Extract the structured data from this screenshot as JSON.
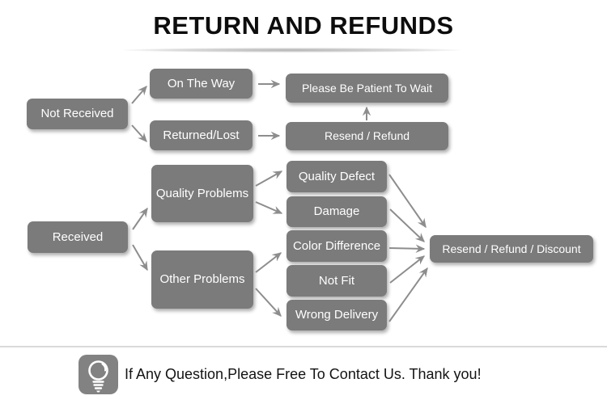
{
  "title": "RETURN AND REFUNDS",
  "nodes": {
    "not_received": "Not Received",
    "on_the_way": "On The Way",
    "returned_lost": "Returned/Lost",
    "be_patient": "Please Be Patient To Wait",
    "resend_refund": "Resend / Refund",
    "received": "Received",
    "quality_problems": "Quality Problems",
    "other_problems": "Other Problems",
    "quality_defect": "Quality Defect",
    "damage": "Damage",
    "color_difference": "Color Difference",
    "not_fit": "Not Fit",
    "wrong_delivery": "Wrong Delivery",
    "resend_refund_discount": "Resend / Refund / Discount"
  },
  "edges": [
    {
      "from": "not_received",
      "to": "on_the_way"
    },
    {
      "from": "not_received",
      "to": "returned_lost"
    },
    {
      "from": "on_the_way",
      "to": "be_patient"
    },
    {
      "from": "returned_lost",
      "to": "resend_refund"
    },
    {
      "from": "resend_refund",
      "to": "be_patient"
    },
    {
      "from": "received",
      "to": "quality_problems"
    },
    {
      "from": "received",
      "to": "other_problems"
    },
    {
      "from": "quality_problems",
      "to": "quality_defect"
    },
    {
      "from": "quality_problems",
      "to": "damage"
    },
    {
      "from": "other_problems",
      "to": "color_difference"
    },
    {
      "from": "other_problems",
      "to": "wrong_delivery"
    },
    {
      "from": "quality_defect",
      "to": "resend_refund_discount"
    },
    {
      "from": "damage",
      "to": "resend_refund_discount"
    },
    {
      "from": "color_difference",
      "to": "resend_refund_discount"
    },
    {
      "from": "not_fit",
      "to": "resend_refund_discount"
    },
    {
      "from": "wrong_delivery",
      "to": "resend_refund_discount"
    }
  ],
  "footer": {
    "message": "If Any Question,Please Free To Contact Us. Thank you!",
    "icon": "lightbulb-icon"
  },
  "colors": {
    "box": "#7b7b7b",
    "box_text": "#ffffff",
    "arrow": "#8d8d8d",
    "title_text": "#0d0d0d",
    "divider": "#d9d9d9"
  }
}
